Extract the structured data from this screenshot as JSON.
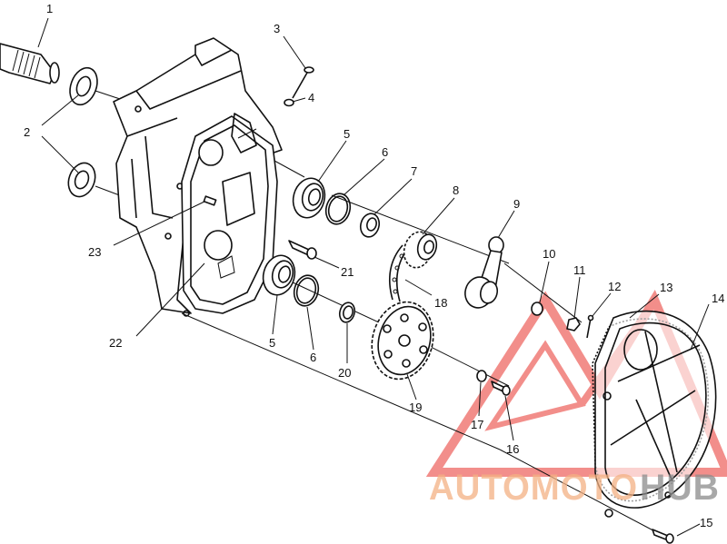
{
  "diagram": {
    "callouts": [
      "1",
      "2",
      "3",
      "4",
      "5",
      "6",
      "7",
      "8",
      "9",
      "10",
      "11",
      "12",
      "13",
      "14",
      "5",
      "6",
      "15",
      "16",
      "17",
      "18",
      "19",
      "20",
      "21",
      "22",
      "23"
    ]
  },
  "watermark": {
    "text_part1": "AUTOMOTO",
    "text_part2": "HUB",
    "color_primary": "#e8322b",
    "color_secondary": "#f4b183"
  }
}
